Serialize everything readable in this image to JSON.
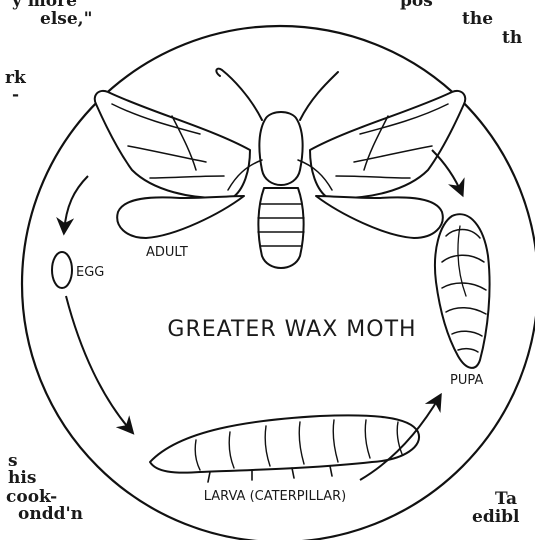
{
  "diagram": {
    "title": "GREATER WAX MOTH",
    "stages": {
      "adult": "ADULT",
      "egg": "EGG",
      "larva": "LARVA (CATERPILLAR)",
      "pupa": "PUPA"
    }
  },
  "page_text": {
    "left": [
      "y more",
      "else,\"",
      "rk",
      "-",
      "s",
      "his",
      "cook-",
      "ondd'n"
    ],
    "right": [
      "pos",
      "the",
      "th",
      "Ta",
      "edibl"
    ]
  }
}
